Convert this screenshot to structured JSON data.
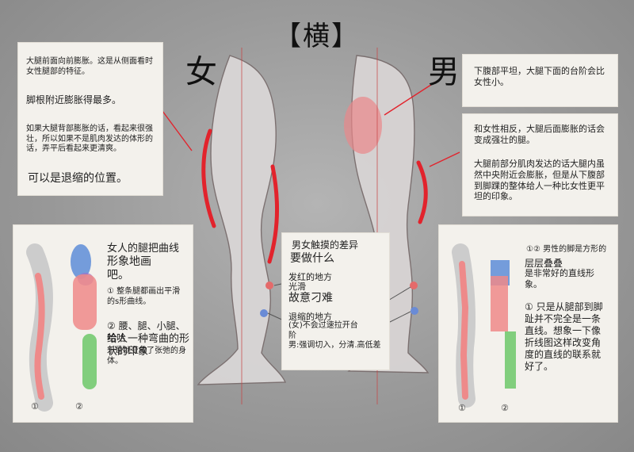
{
  "title": "【横】",
  "female": {
    "label": "女",
    "notes": {
      "n1": "大腿前面向前膨胀。这是从侧面看时女性腿部的特征。",
      "n2": "脚根附近膨胀得最多。",
      "n3": "如果大腿背部膨胀的话，看起来很强壮，所以如果不是肌肉发达的体形的话，弄平后看起来更清爽。",
      "n4": "可以是退缩的位置。"
    },
    "curve": {
      "heading1": "女人的腿把曲线",
      "heading2": "形象地画",
      "heading3": "吧。",
      "p1": "① 整条腿都画出平滑的s形曲线。",
      "p2": "② 腰、腿、小腿、哈哈",
      "p3": "给人一种弯曲的形状的印象",
      "p4": "于是就变成了张弛的身体。",
      "label1": "①",
      "label2": "②"
    }
  },
  "male": {
    "label": "男",
    "notes": {
      "n1": "下腹部平坦，大腿下面的台阶会比女性小。",
      "n2": "和女性相反，大腿后面膨胀的话会变成强壮的腿。",
      "n3": "大腿前部分肌肉发达的话大腿内虽然中央附近会膨胀，但是从下腹部到脚踝的整体给人一种比女性更平坦的印象。"
    },
    "shape": {
      "heading1": "①② 男性的脚是方形的",
      "heading2": "层层叠叠",
      "heading3": "是非常好的直线形象。",
      "p1": "① 只是从腿部到脚趾并不完全是一条直线。想象一下像折线图这样改变角度的直线的联系就好了。",
      "label1": "①",
      "label2": "②"
    }
  },
  "center": {
    "h1": "男女触摸的差异",
    "h2": "要做什么",
    "red_label1": "发红的地方",
    "red_label2": "光滑",
    "red_label3": "故意刁难",
    "blue_label1": "退缩的地方",
    "blue_label2": "(女)不会过速拉开台阶",
    "blue_label3": "男:强调切入，分清.高低差"
  },
  "colors": {
    "accent_red": "#e2232c",
    "blue": "#4a7fd6",
    "green": "#6cc86a",
    "pink": "#ee8a8a"
  }
}
